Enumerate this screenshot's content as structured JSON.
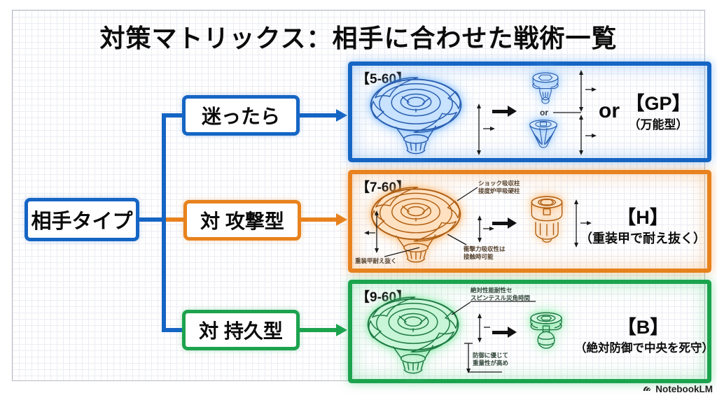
{
  "title": "対策マトリックス：相手に合わせた戦術一覧",
  "root": {
    "label": "相手タイプ"
  },
  "branches": {
    "b1": {
      "label": "迷ったら"
    },
    "b2": {
      "label": "対 攻撃型"
    },
    "b3": {
      "label": "対 持久型"
    }
  },
  "panels": {
    "p1": {
      "tag": "【5-60】",
      "or_small": "or",
      "or_big": "or",
      "result": "【GP】",
      "result_sub": "（万能型）"
    },
    "p2": {
      "tag": "【7-60】",
      "ann_top_1": "ショック吸収柱",
      "ann_top_2": "接度炉甲吸硬柱",
      "ann_left": "重装甲耐え抜く",
      "ann_right_1": "衝撃力吸収性は",
      "ann_right_2": "接触時可能",
      "result": "【H】",
      "result_sub": "（重装甲で耐え抜く）"
    },
    "p3": {
      "tag": "【9-60】",
      "ann_top_1": "絶対性能耐性セ",
      "ann_top_2": "スピンテスル災角時間",
      "ann_bottom_1": "防御に優じて",
      "ann_bottom_2": "重量性が高め",
      "result": "【B】",
      "result_sub": "（絶対防御で中央を死守）"
    }
  },
  "footer": {
    "brand": "NotebookLM"
  },
  "colors": {
    "blue": "#1565c4",
    "orange": "#e8821e",
    "green": "#1ca34e",
    "ink": "#111111"
  }
}
